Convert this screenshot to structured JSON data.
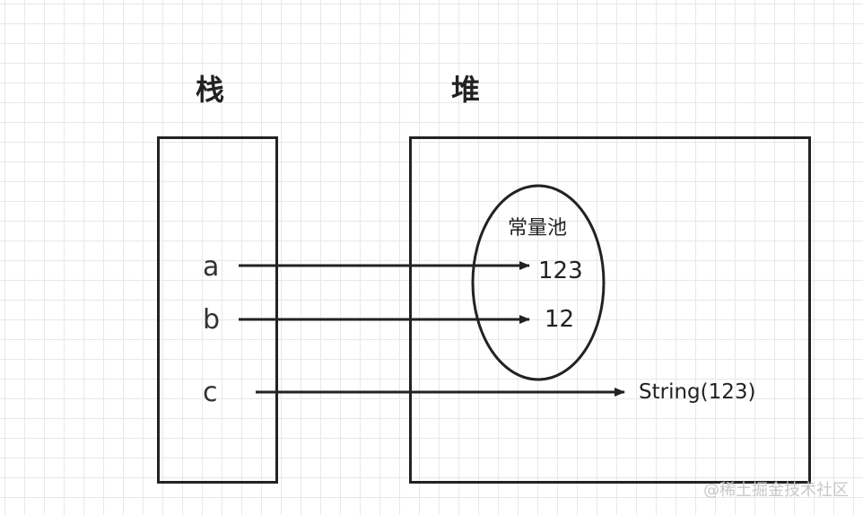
{
  "stack": {
    "title": "栈",
    "vars": [
      "a",
      "b",
      "c"
    ]
  },
  "heap": {
    "title": "堆",
    "pool": {
      "title": "常量池",
      "values": [
        "123",
        "12"
      ]
    },
    "string_object": "String(123)"
  },
  "watermark": "@稀土掘金技术社区"
}
